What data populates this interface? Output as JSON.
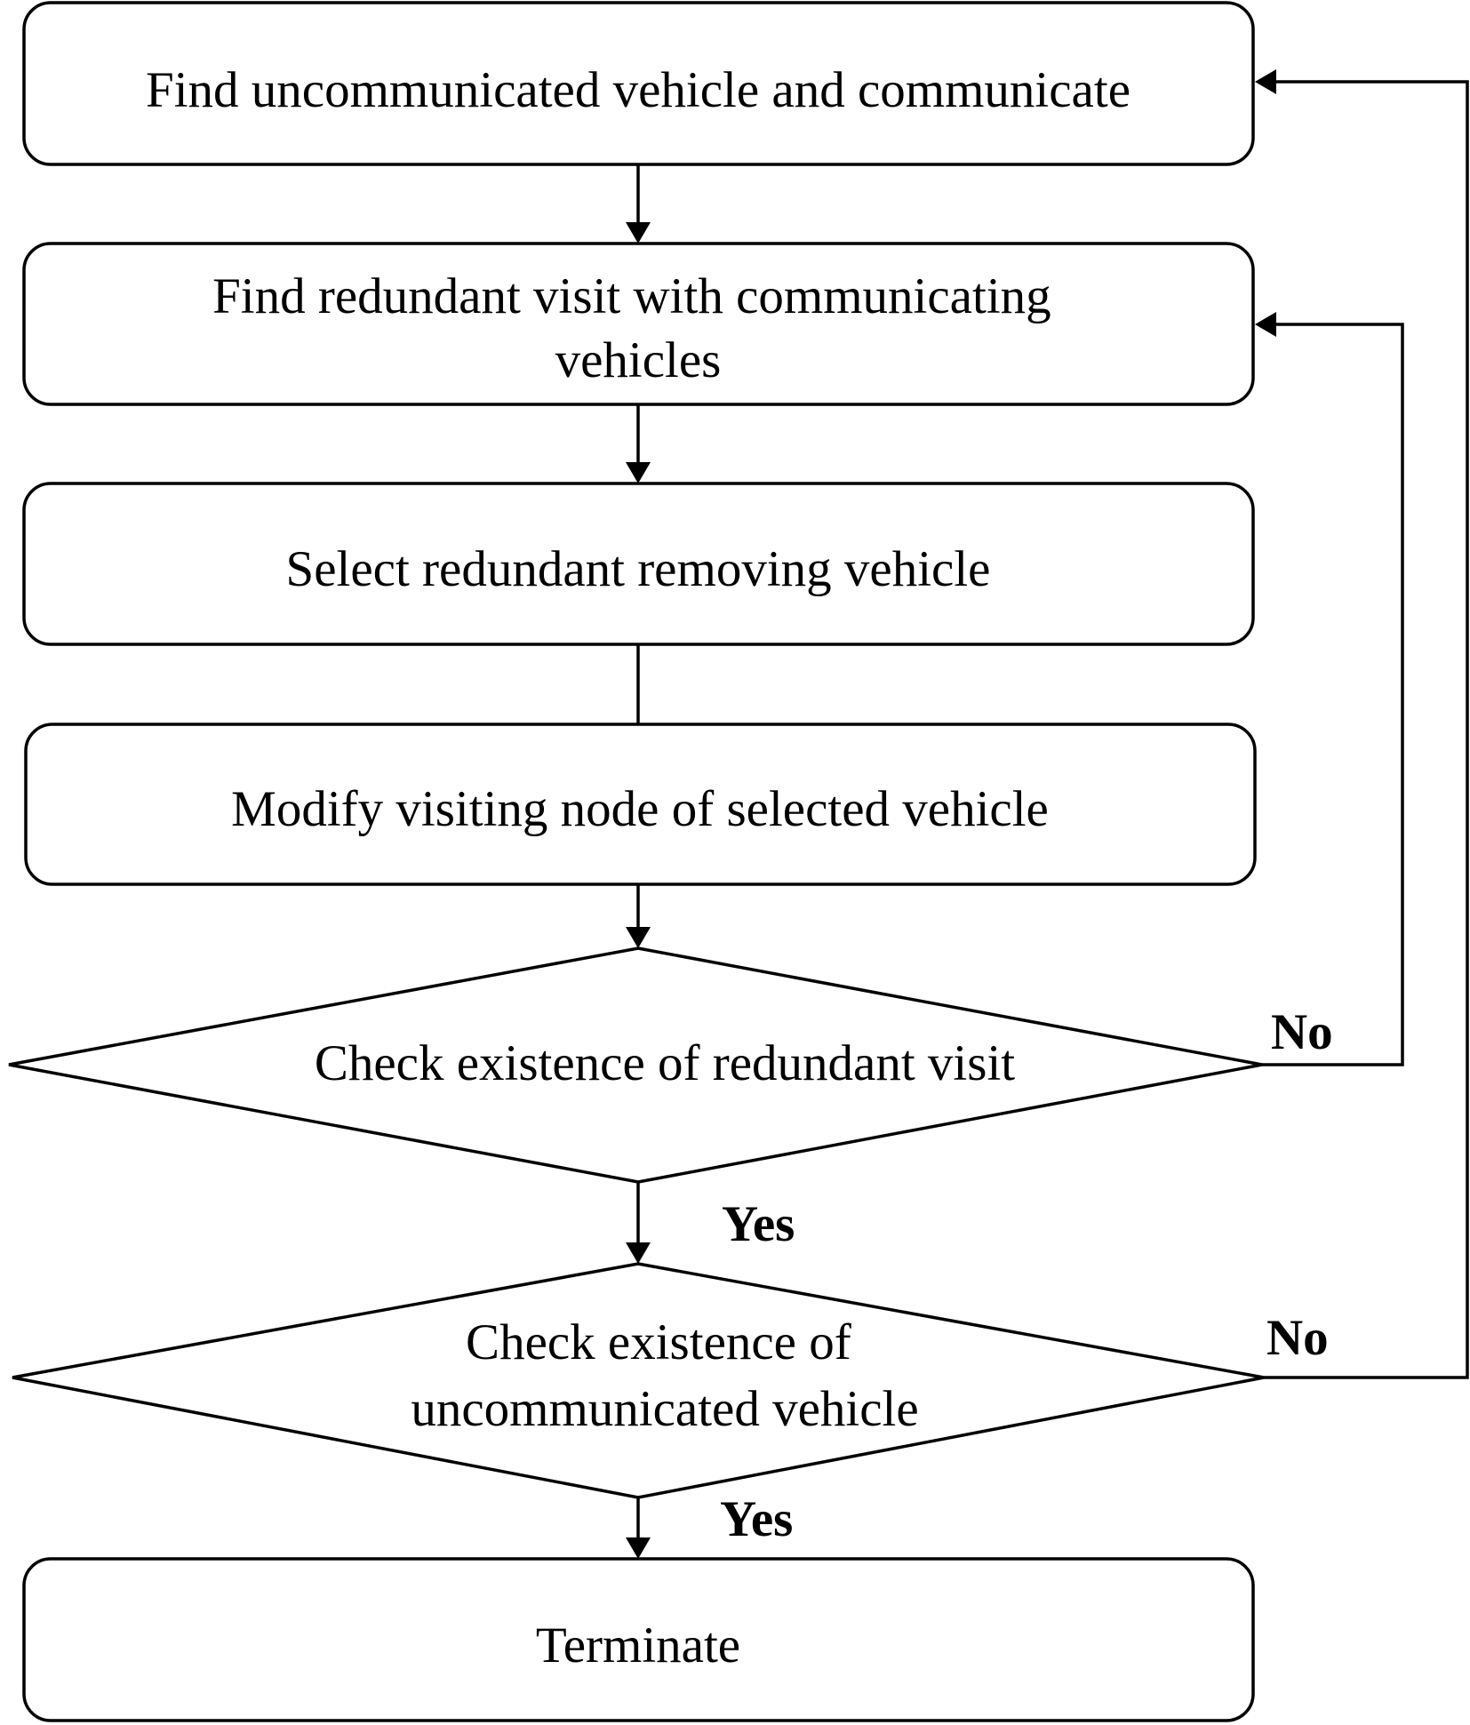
{
  "diagram": {
    "type": "flowchart",
    "nodes": {
      "find_uncommunicated": {
        "shape": "rounded-rectangle",
        "lines": [
          "Find uncommunicated vehicle and communicate"
        ]
      },
      "find_redundant": {
        "shape": "rounded-rectangle",
        "lines": [
          "Find redundant visit with communicating",
          "vehicles"
        ]
      },
      "select_vehicle": {
        "shape": "rounded-rectangle",
        "lines": [
          "Select redundant removing vehicle"
        ]
      },
      "modify_node": {
        "shape": "rounded-rectangle",
        "lines": [
          "Modify visiting node of selected vehicle"
        ]
      },
      "check_redundant": {
        "shape": "diamond",
        "lines": [
          "Check existence of redundant visit"
        ]
      },
      "check_uncommunicated": {
        "shape": "diamond",
        "lines": [
          "Check existence of",
          "uncommunicated vehicle"
        ]
      },
      "terminate": {
        "shape": "rounded-rectangle",
        "lines": [
          "Terminate"
        ]
      }
    },
    "edges": [
      {
        "from": "find_uncommunicated",
        "to": "find_redundant",
        "label": ""
      },
      {
        "from": "find_redundant",
        "to": "select_vehicle",
        "label": ""
      },
      {
        "from": "select_vehicle",
        "to": "modify_node",
        "label": ""
      },
      {
        "from": "modify_node",
        "to": "check_redundant",
        "label": ""
      },
      {
        "from": "check_redundant",
        "to": "check_uncommunicated",
        "label": "Yes"
      },
      {
        "from": "check_redundant",
        "to": "find_redundant",
        "label": "No"
      },
      {
        "from": "check_uncommunicated",
        "to": "terminate",
        "label": "Yes"
      },
      {
        "from": "check_uncommunicated",
        "to": "find_uncommunicated",
        "label": "No"
      }
    ],
    "branch_labels": {
      "redundant_yes": "Yes",
      "redundant_no": "No",
      "uncommunicated_yes": "Yes",
      "uncommunicated_no": "No"
    },
    "colors": {
      "stroke": "#000000",
      "fill": "#ffffff",
      "text": "#000000"
    }
  }
}
